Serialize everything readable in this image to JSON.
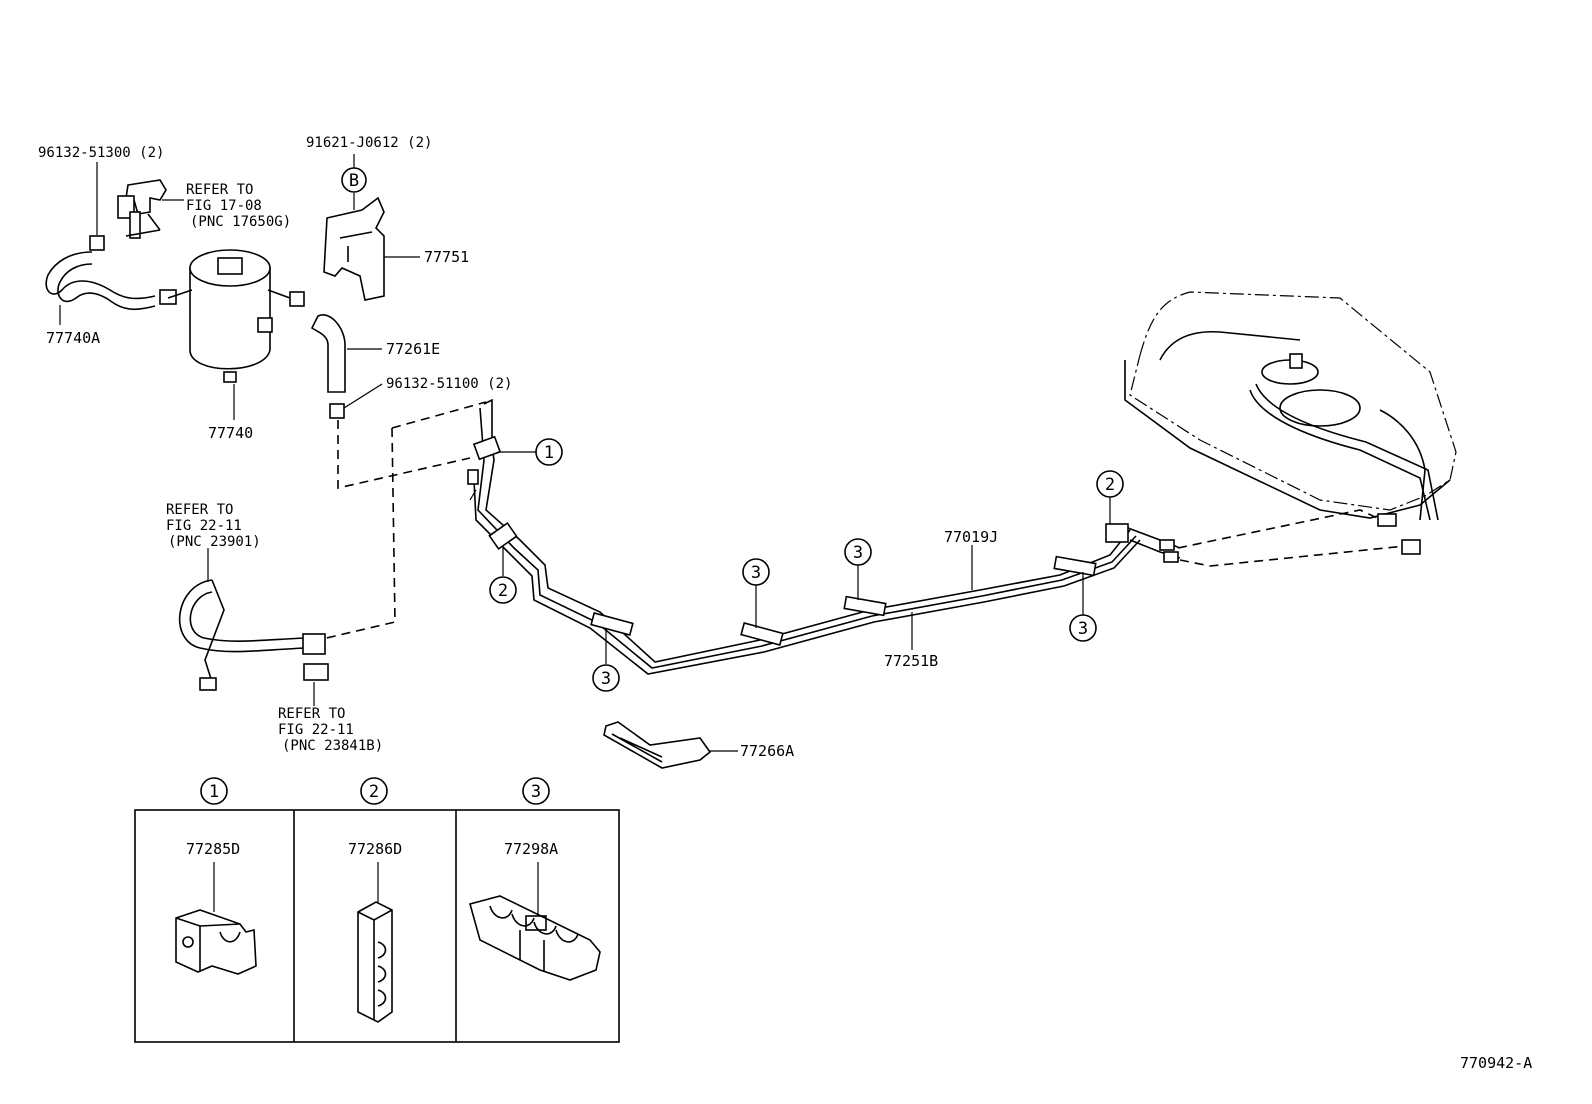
{
  "diagram": {
    "figure_code": "770942-A",
    "part_labels": {
      "hose_clip_upper": "96132-51300 (2)",
      "valve_refer_1": "REFER TO",
      "valve_refer_2": "FIG 17-08",
      "valve_refer_3": "(PNC 17650G)",
      "bracket_bolt": "91621-J0612 (2)",
      "bracket_callout": "B",
      "bracket": "77751",
      "hose_left": "77740A",
      "hose_right": "77261E",
      "canister": "77740",
      "hose_clip_lower": "96132-51100 (2)",
      "filler_refer_1": "REFER TO",
      "filler_refer_2": "FIG 22-11",
      "filler_refer_3": "(PNC 23901)",
      "clamp_refer_1": "REFER TO",
      "clamp_refer_2": "FIG 22-11",
      "clamp_refer_3": "(PNC 23841B)",
      "tube_main": "77019J",
      "tube_sub": "77251B",
      "protector": "77266A"
    },
    "callouts": {
      "c1": "1",
      "c2": "2",
      "c3": "3"
    },
    "legend": [
      {
        "number": "1",
        "part": "77285D"
      },
      {
        "number": "2",
        "part": "77286D"
      },
      {
        "number": "3",
        "part": "77298A"
      }
    ]
  }
}
